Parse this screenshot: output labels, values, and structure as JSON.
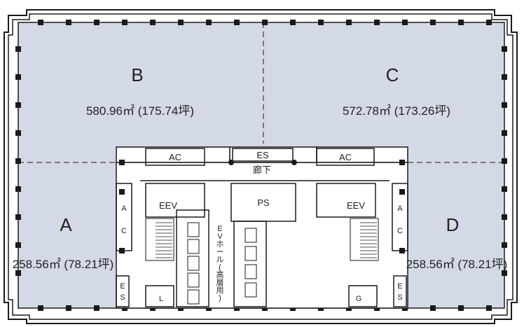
{
  "units": {
    "B": {
      "label": "B",
      "area": "580.96㎡ (175.74坪)"
    },
    "C": {
      "label": "C",
      "area": "572.78㎡ (173.26坪)"
    },
    "A": {
      "label": "A",
      "area": "258.56㎡ (78.21坪)"
    },
    "D": {
      "label": "D",
      "area": "258.56㎡ (78.21坪)"
    }
  },
  "core": {
    "ac_left": "AC",
    "ac_right": "AC",
    "es_top": "ES",
    "corridor": "廊下",
    "ps": "PS",
    "eev_left": "EEV",
    "eev_right": "EEV",
    "ac_vertical_left": [
      "A",
      "C"
    ],
    "ac_vertical_right": [
      "A",
      "C"
    ],
    "ev_hall": [
      "E",
      "V",
      "ホ",
      "ー",
      "ル",
      "(",
      "高",
      "層",
      "用",
      ")"
    ],
    "es_bottom_left": [
      "E",
      "S"
    ],
    "es_bottom_right": [
      "E",
      "S"
    ],
    "toilet_left": "L",
    "toilet_right": "G"
  },
  "colors": {
    "floor_fill": "#d3d9e6",
    "wall": "#1a1a1a"
  }
}
